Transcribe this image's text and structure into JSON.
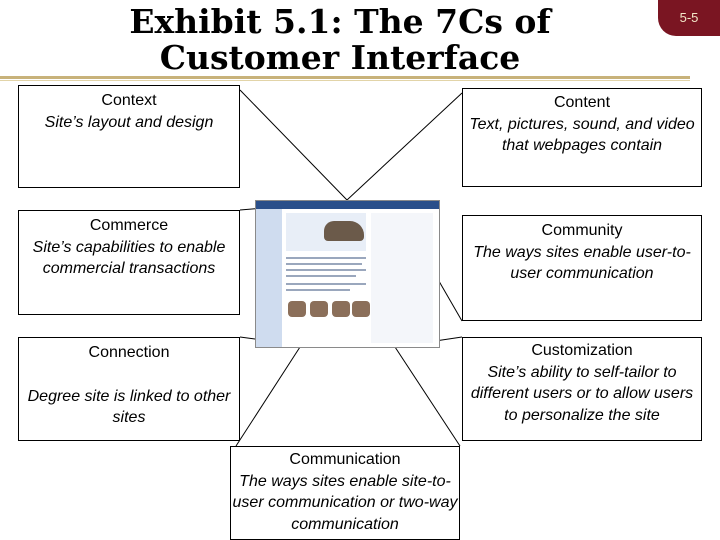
{
  "slide": {
    "title": "Exhibit 5.1: The 7Cs of Customer Interface",
    "number": "5-5",
    "accent_color": "#7a1522",
    "rule_color": "#c8b27a"
  },
  "boxes": {
    "context": {
      "name": "Context",
      "desc": "Site’s layout and design"
    },
    "content": {
      "name": "Content",
      "desc": "Text, pictures, sound, and video that webpages contain"
    },
    "commerce": {
      "name": "Commerce",
      "desc": "Site’s capabilities to enable commercial transactions"
    },
    "community": {
      "name": "Community",
      "desc": "The ways sites enable user-to-user communication"
    },
    "connection": {
      "name": "Connection",
      "desc": "Degree site is linked to other sites"
    },
    "customization": {
      "name": "Customization",
      "desc": "Site’s ability to self-tailor to different users or to allow users to personalize the site"
    },
    "communication": {
      "name": "Communication",
      "desc": "The ways sites enable site-to-user communication or two-way communication"
    }
  },
  "center_image": {
    "icon": "webpage-screenshot"
  }
}
